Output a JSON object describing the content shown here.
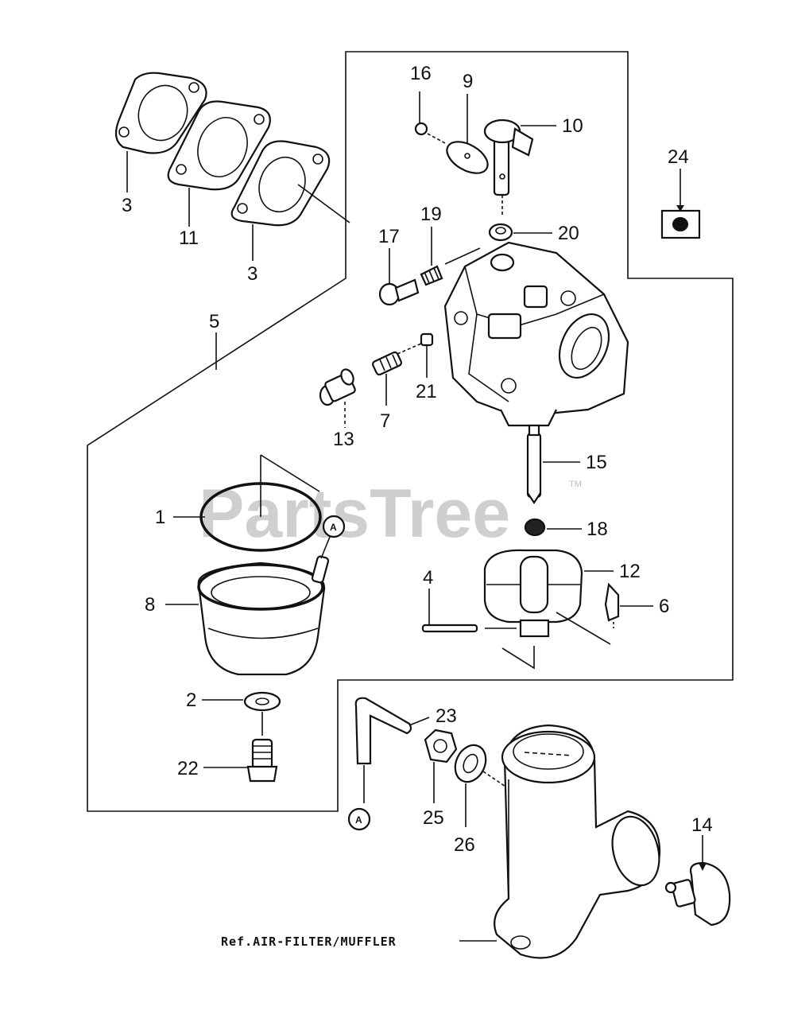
{
  "watermark": {
    "text": "PartsTree",
    "tm": "TM"
  },
  "reference_note": "Ref.AIR-FILTER/MUFFLER",
  "connector_marker": "A",
  "part_labels": {
    "p1": "1",
    "p2": "2",
    "p3a": "3",
    "p3b": "3",
    "p4": "4",
    "p5": "5",
    "p6": "6",
    "p7": "7",
    "p8": "8",
    "p9": "9",
    "p10": "10",
    "p11": "11",
    "p12": "12",
    "p13": "13",
    "p14": "14",
    "p15": "15",
    "p16": "16",
    "p17": "17",
    "p18": "18",
    "p19": "19",
    "p20": "20",
    "p21": "21",
    "p22": "22",
    "p23": "23",
    "p24": "24",
    "p25": "25",
    "p26": "26"
  }
}
